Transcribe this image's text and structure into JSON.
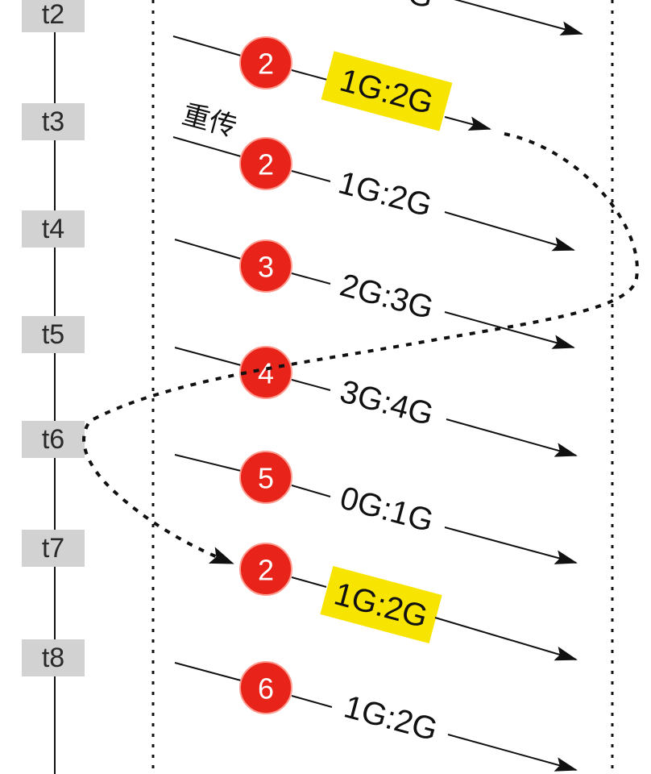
{
  "time_labels": [
    "t2",
    "t3",
    "t4",
    "t5",
    "t6",
    "t7",
    "t8"
  ],
  "partial_label": "G",
  "retransmit_note": "重传",
  "segments": [
    {
      "seq": "2",
      "label": "1G:2G"
    },
    {
      "seq": "2",
      "label": "1G:2G"
    },
    {
      "seq": "3",
      "label": "2G:3G"
    },
    {
      "seq": "4",
      "label": "3G:4G"
    },
    {
      "seq": "5",
      "label": "0G:1G"
    },
    {
      "seq": "2",
      "label": "1G:2G"
    },
    {
      "seq": "6",
      "label": "1G:2G"
    }
  ],
  "colors": {
    "marker": "#e8231a",
    "highlight": "#f7e400",
    "time_box": "#d2d2d2"
  }
}
